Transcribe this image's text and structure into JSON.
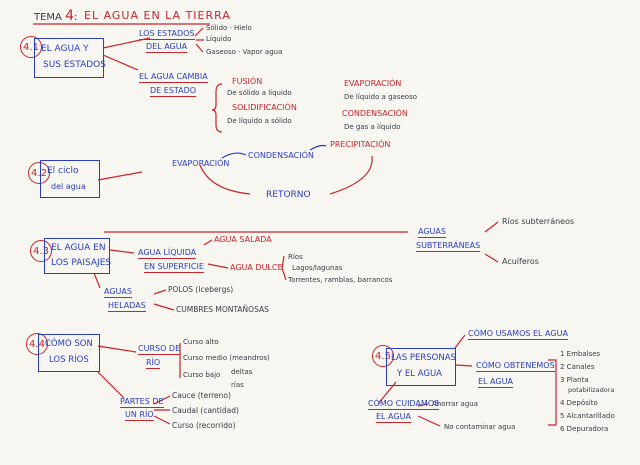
{
  "title": {
    "prefix": "TEMA",
    "number": "4",
    "text": "EL AGUA EN LA TIERRA"
  },
  "s41": {
    "num": "4.1",
    "box": [
      "EL AGUA Y",
      "SUS ESTADOS"
    ],
    "estados": [
      "LOS ESTADOS",
      "DEL AGUA"
    ],
    "states": [
      "Sólido · Hielo",
      "Líquido",
      "Gaseoso · Vapor agua"
    ],
    "cambia": [
      "EL AGUA CAMBIA",
      "DE ESTADO"
    ],
    "changes_left": [
      "FUSIÓN",
      "De sólido a líquido",
      "SOLIDIFICACIÓN",
      "De líquido a sólido"
    ],
    "changes_right": [
      "EVAPORACIÓN",
      "De líquido a gaseoso",
      "CONDENSACIÓN",
      "De gas a líquido"
    ]
  },
  "s42": {
    "num": "4.2",
    "box": [
      "El ciclo",
      "del agua"
    ],
    "cycle": [
      "EVAPORACIÓN",
      "CONDENSACIÓN",
      "PRECIPITACIÓN",
      "RETORNO"
    ]
  },
  "s43": {
    "num": "4.3",
    "box": [
      "EL AGUA EN",
      "LOS PAISAJES"
    ],
    "liquida": [
      "AGUA LÍQUIDA",
      "EN SUPERFICIE"
    ],
    "salada": "AGUA SALADA",
    "dulce": "AGUA DULCE",
    "dulce_items": [
      "Ríos",
      "Lagos/lagunas",
      "Torrentes, ramblas, barrancos"
    ],
    "subterraneas": [
      "AGUAS",
      "SUBTERRÁNEAS"
    ],
    "sub_items": [
      "Ríos subterráneos",
      "Acuíferos"
    ],
    "heladas": [
      "AGUAS",
      "HELADAS"
    ],
    "heladas_items": [
      "POLOS (Icebergs)",
      "CUMBRES MONTAÑOSAS"
    ]
  },
  "s44": {
    "num": "4.4",
    "box": [
      "CÓMO SON",
      "LOS RÍOS"
    ],
    "curso": [
      "CURSO DE",
      "RÍO"
    ],
    "curso_items": [
      "Curso alto",
      "Curso medio (meandros)",
      "Curso bajo",
      "deltas",
      "rías"
    ],
    "partes": [
      "PARTES DE",
      "UN RÍO"
    ],
    "partes_items": [
      "Cauce (terreno)",
      "Caudal (cantidad)",
      "Curso (recorrido)"
    ]
  },
  "s45": {
    "num": "4.5",
    "box": [
      "LAS PERSONAS",
      "Y EL AGUA"
    ],
    "usamos": "CÓMO USAMOS EL AGUA",
    "obtenemos": [
      "CÓMO OBTENEMOS",
      "EL AGUA"
    ],
    "obt_items": [
      "1 Embalses",
      "2 Canales",
      "3 Planta",
      "potabilizadora",
      "4 Depósito",
      "5 Alcantarillado",
      "6 Depuradora"
    ],
    "cuidamos": [
      "CÓMO CUIDAMOS",
      "EL AGUA"
    ],
    "cuid_items": [
      "Ahorrar agua",
      "No contaminar agua"
    ]
  }
}
